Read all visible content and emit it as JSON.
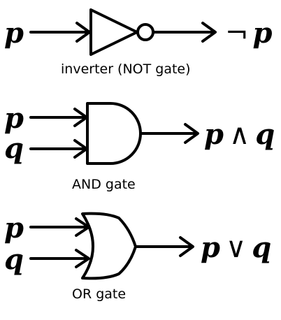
{
  "not_gate": {
    "input": "p",
    "output_op": "¬",
    "output_var": "p",
    "caption": "inverter (NOT gate)"
  },
  "and_gate": {
    "input_a": "p",
    "input_b": "q",
    "out_a": "p",
    "out_op": "∧",
    "out_b": "q",
    "caption": "AND gate"
  },
  "or_gate": {
    "input_a": "p",
    "input_b": "q",
    "out_a": "p",
    "out_op": "∨",
    "out_b": "q",
    "caption": "OR gate"
  }
}
